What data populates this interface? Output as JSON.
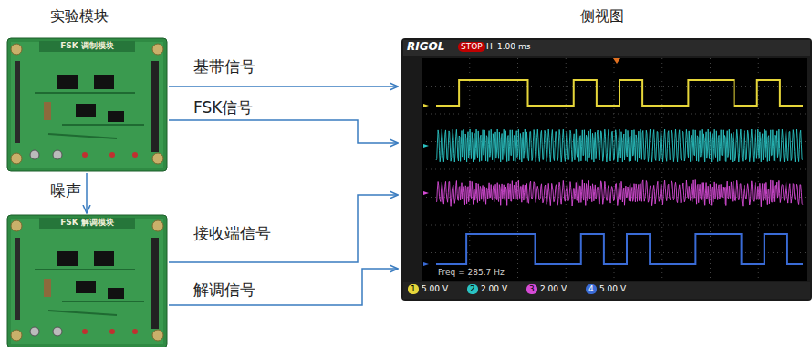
{
  "diagram": {
    "nodes": [
      {
        "text": [
          "FSK 调制模块"
        ]
      },
      {
        "text": [
          "FSK 解调模块"
        ]
      },
      {
        "text": [
          "RIGOL"
        ]
      }
    ],
    "edges": [
      {
        "from": 0,
        "to": 2,
        "arrow": "to",
        "label": "基带信号"
      },
      {
        "from": 0,
        "to": 2,
        "arrow": "to",
        "label": "FSK信号"
      },
      {
        "from": 0,
        "to": 1,
        "arrow": "to",
        "label": "噪声"
      },
      {
        "from": 1,
        "to": 2,
        "arrow": "to",
        "label": "接收端信号"
      },
      {
        "from": 1,
        "to": 2,
        "arrow": "to",
        "label": "解调信号"
      }
    ],
    "labels": [
      "实验模块",
      "侧视图",
      "STOP",
      "H",
      "1.00 ms",
      "Freq = 285.7 Hz",
      "1",
      "5.00 V",
      "2",
      "2.00 V",
      "3",
      "2.00 V",
      "4",
      "5.00 V"
    ]
  }
}
